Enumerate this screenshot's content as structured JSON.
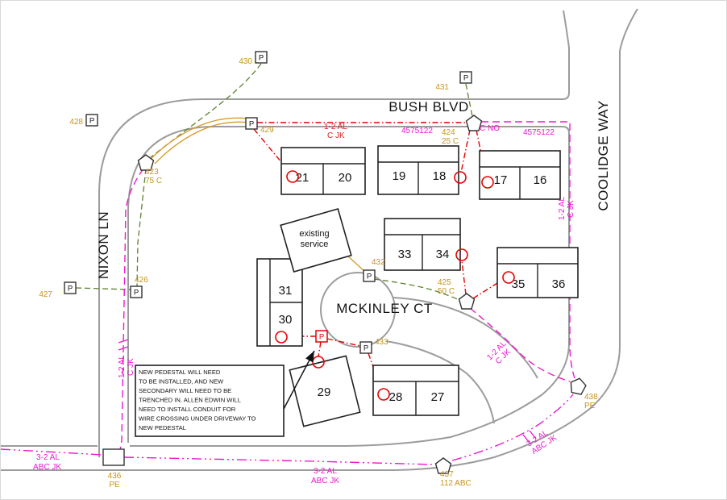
{
  "streets": {
    "bush": "BUSH BLVD",
    "nixon": "NIXON LN",
    "mckinley": "MCKINLEY CT",
    "coolidge": "COOLIDGE WAY"
  },
  "lots": {
    "16": "16",
    "17": "17",
    "18": "18",
    "19": "19",
    "20": "20",
    "21": "21",
    "27": "27",
    "28": "28",
    "29": "29",
    "30": "30",
    "31": "31",
    "33": "33",
    "34": "34",
    "35": "35",
    "36": "36"
  },
  "existing_service": {
    "line1": "existing",
    "line2": "service"
  },
  "symbols": {
    "pedestal": "P"
  },
  "equipment": {
    "e430": "430",
    "e431": "431",
    "e428": "428",
    "e429": "429",
    "e427": "427",
    "e426": "426",
    "e432": "432",
    "e433": "433",
    "t423_id": "423",
    "t423_size": "75 C",
    "t424_id": "424",
    "t424_size": "25 C",
    "t425_id": "425",
    "t425_size": "50 C",
    "e436_id": "436",
    "e436_type": "PE",
    "t437_id": "437",
    "t437_size": "112 ABC",
    "e438_id": "438",
    "e438_type": "PE"
  },
  "cables": {
    "sec_top_l1": "1-2 AL",
    "sec_top_l2": "C JK",
    "sec_coolidge_l1": "1-2 AL",
    "sec_coolidge_l2": "C JK",
    "sec_nixon_l1": "1-2 AL",
    "sec_nixon_l2": "C JK",
    "sec_mckinley_l1": "1-2 AL",
    "sec_mckinley_l2": "C JK",
    "pri_sw_l1": "3-2 AL",
    "pri_sw_l2": "ABC JK",
    "pri_s_l1": "3-2 AL",
    "pri_s_l2": "ABC JK",
    "pri_se_l1": "3-2 AL",
    "pri_se_l2": "ABC JK",
    "work_order_a": "4575122",
    "work_order_b": "4575122",
    "c_no": "C NO"
  },
  "note": {
    "l1": "NEW PEDESTAL WILL NEED",
    "l2": "TO BE INSTALLED, AND NEW",
    "l3": "SECONDARY WILL NEED TO BE",
    "l4": "TRENCHED IN.  ALLEN EDWIN WILL",
    "l5": "NEED TO INSTALL CONDUIT FOR",
    "l6": "WIRE CROSSING UNDER DRIVEWAY TO",
    "l7": "NEW PEDESTAL"
  },
  "colors": {
    "road": "#9c9c9c",
    "primary_magenta": "#ee18d0",
    "secondary_red": "#e60000",
    "existing_green": "#5f8030",
    "wire_orange": "#d79b2a",
    "label_orange": "#c7941a",
    "ink": "#111111"
  }
}
